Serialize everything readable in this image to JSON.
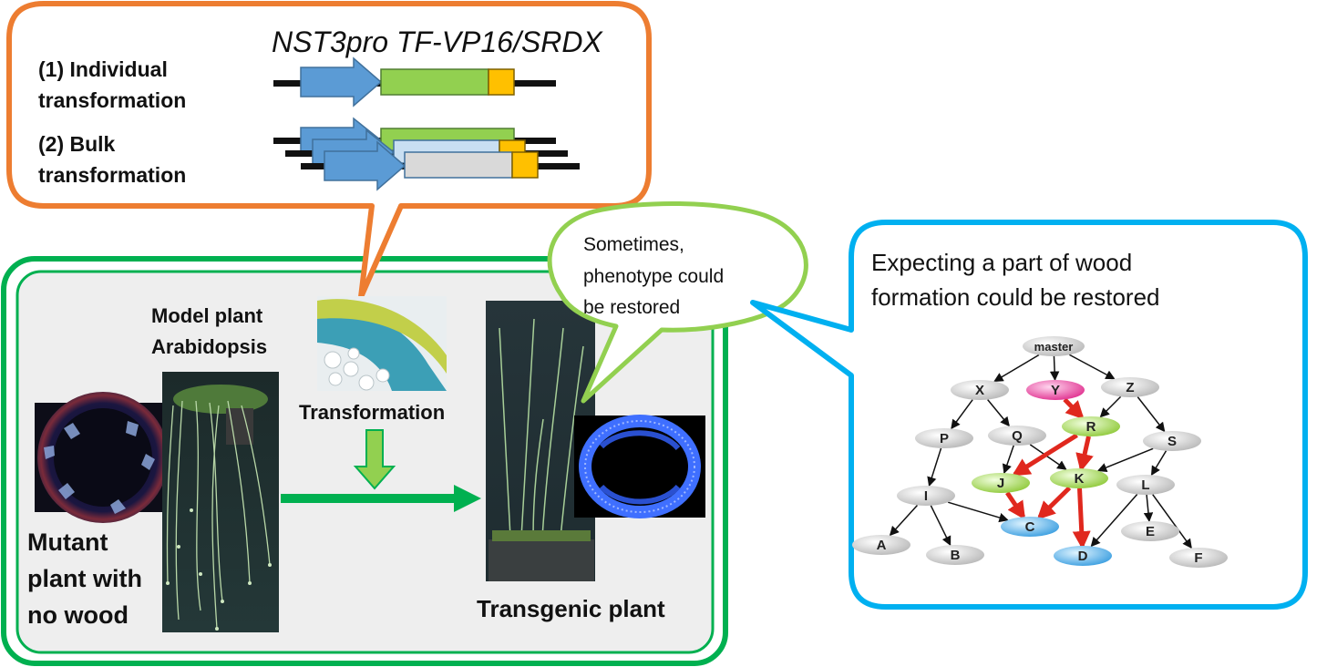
{
  "construct": {
    "title": "NST3pro TF-VP16/SRDX",
    "individual": "(1) Individual transformation",
    "bulk": "(2) Bulk transformation"
  },
  "plant": {
    "model": [
      "Model plant",
      "Arabidopsis"
    ],
    "transformation": "Transformation",
    "mutant": [
      "Mutant",
      "plant with",
      "no wood"
    ],
    "transgenic": "Transgenic plant"
  },
  "speech_bubble": [
    "Sometimes,",
    "phenotype could",
    "be restored"
  ],
  "expect_box": [
    "Expecting a part of wood",
    "formation could be restored"
  ],
  "network": {
    "nodes": [
      {
        "id": "master",
        "color": "gray"
      },
      {
        "id": "X",
        "color": "gray"
      },
      {
        "id": "Y",
        "color": "pink"
      },
      {
        "id": "Z",
        "color": "gray"
      },
      {
        "id": "P",
        "color": "gray"
      },
      {
        "id": "Q",
        "color": "gray"
      },
      {
        "id": "R",
        "color": "green"
      },
      {
        "id": "S",
        "color": "gray"
      },
      {
        "id": "I",
        "color": "gray"
      },
      {
        "id": "J",
        "color": "green"
      },
      {
        "id": "K",
        "color": "green"
      },
      {
        "id": "L",
        "color": "gray"
      },
      {
        "id": "A",
        "color": "gray"
      },
      {
        "id": "B",
        "color": "gray"
      },
      {
        "id": "C",
        "color": "blue"
      },
      {
        "id": "D",
        "color": "blue"
      },
      {
        "id": "E",
        "color": "gray"
      },
      {
        "id": "F",
        "color": "gray"
      }
    ],
    "edges": [
      [
        "master",
        "X",
        false
      ],
      [
        "master",
        "Y",
        false
      ],
      [
        "master",
        "Z",
        false
      ],
      [
        "X",
        "P",
        false
      ],
      [
        "X",
        "Q",
        false
      ],
      [
        "Y",
        "R",
        true
      ],
      [
        "Z",
        "R",
        false
      ],
      [
        "Z",
        "S",
        false
      ],
      [
        "P",
        "I",
        false
      ],
      [
        "Q",
        "J",
        false
      ],
      [
        "Q",
        "K",
        false
      ],
      [
        "R",
        "J",
        true
      ],
      [
        "R",
        "K",
        true
      ],
      [
        "S",
        "K",
        false
      ],
      [
        "S",
        "L",
        false
      ],
      [
        "J",
        "C",
        true
      ],
      [
        "K",
        "C",
        true
      ],
      [
        "K",
        "D",
        true
      ],
      [
        "I",
        "A",
        false
      ],
      [
        "I",
        "B",
        false
      ],
      [
        "I",
        "C",
        false
      ],
      [
        "L",
        "D",
        false
      ],
      [
        "L",
        "E",
        false
      ],
      [
        "L",
        "F",
        false
      ]
    ]
  },
  "colors": {
    "orange_border": "#ed7d31",
    "green_border": "#00b050",
    "light_green": "#92d050",
    "blue_border": "#00b0f0",
    "arrow_blue": "#5b9bd5",
    "gene_green": "#92d050",
    "gene_yellow": "#ffc000",
    "red_path": "#e0281e"
  }
}
